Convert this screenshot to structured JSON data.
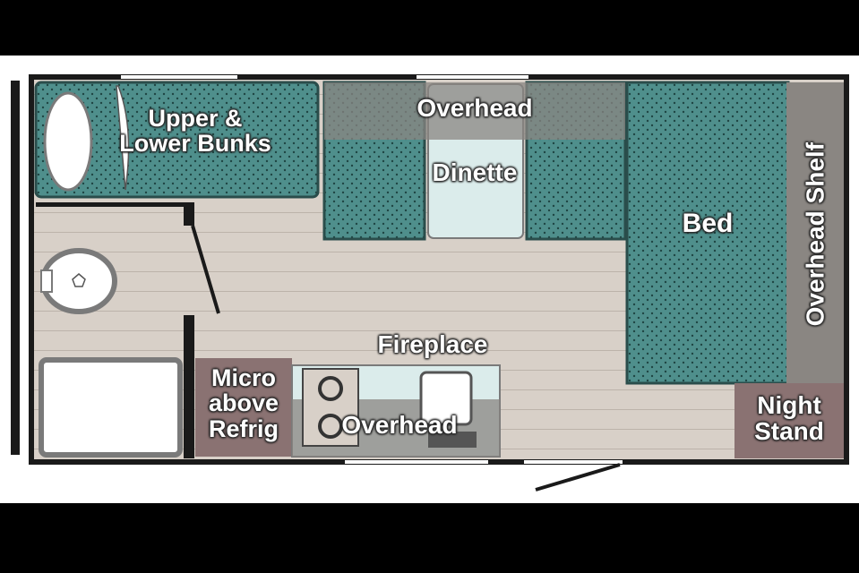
{
  "plan": {
    "labels": {
      "bunks": "Upper &\nLower Bunks",
      "overhead_top": "Overhead",
      "dinette": "Dinette",
      "bed": "Bed",
      "overhead_shelf": "Overhead Shelf",
      "fireplace": "Fireplace",
      "micro": "Micro\nabove\nRefrig",
      "overhead_bottom": "Overhead",
      "night_stand": "Night\nStand"
    },
    "colors": {
      "floor": "#d8d0c8",
      "teal": "#4f8f8c",
      "gray": "#8a8682",
      "mauve": "#8a7272",
      "wall": "#1a1a1a"
    }
  }
}
